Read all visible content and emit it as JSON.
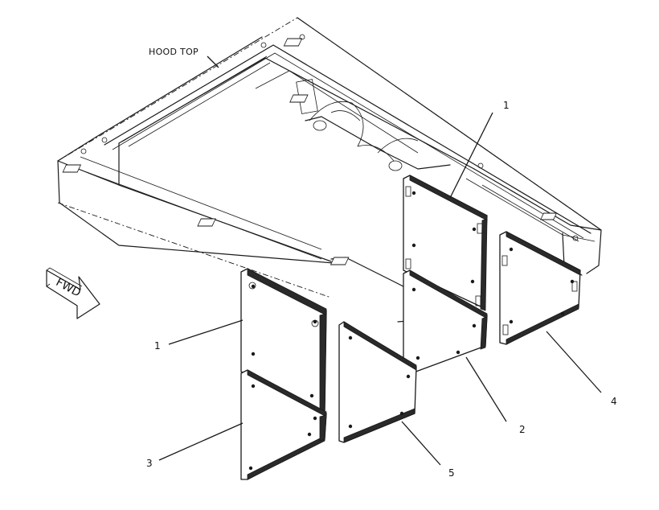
{
  "diagram": {
    "hood_label": "HOOD TOP",
    "fwd_label": "FWD",
    "callouts": {
      "upper_right_panel": "1",
      "lower_right_panel": "2",
      "front_lower_panel": "3",
      "rear_side_panel": "4",
      "front_angled_panel": "5",
      "front_upper_panel": "1"
    }
  }
}
